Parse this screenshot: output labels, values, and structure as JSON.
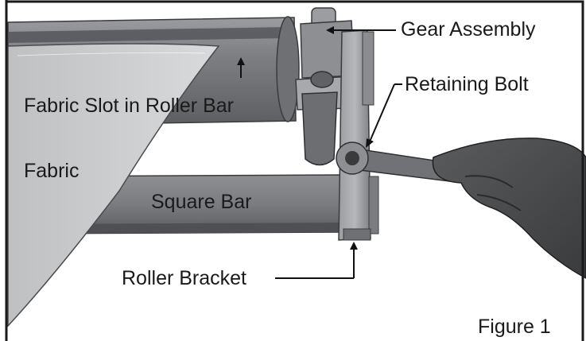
{
  "labels": {
    "gear_assembly": "Gear Assembly",
    "retaining_bolt": "Retaining Bolt",
    "fabric_slot": "Fabric Slot in Roller Bar",
    "fabric": "Fabric",
    "square_bar": "Square Bar",
    "roller_bracket": "Roller Bracket",
    "figure": "Figure 1"
  },
  "colors": {
    "border": "#1a1a1a",
    "metal_dark": "#6b6d70",
    "metal_mid": "#8a8c8f",
    "metal_light": "#b4b6b9",
    "fabric": "#c9cacc",
    "glove": "#4a4b4d"
  },
  "icons": [
    "wrench-icon",
    "gloved-hand-icon"
  ]
}
